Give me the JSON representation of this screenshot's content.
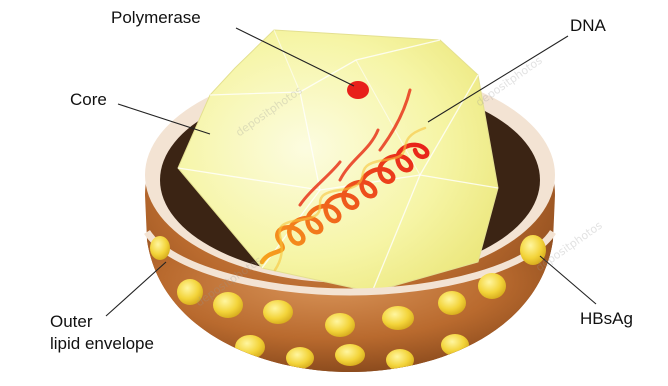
{
  "labels": {
    "polymerase": "Polymerase",
    "dna": "DNA",
    "core": "Core",
    "outer_line1": "Outer",
    "outer_line2": "lipid envelope",
    "hbsag": "HBsAg"
  },
  "watermark": "depositphotos",
  "colors": {
    "background": "#ffffff",
    "envelope_brown": "#b96a2e",
    "envelope_rim": "#f3e3d3",
    "envelope_inner": "#3b2414",
    "core_yellow": "#f6f5a6",
    "hbsag_yellow": "#f3d43a",
    "dna_red": "#e8351b",
    "dna_orange": "#f7a41c",
    "polymerase_red": "#e8201a",
    "label_text": "#111111",
    "leader_line": "#222222"
  },
  "icons": {
    "virus": "hepatitis-b-virus-cutaway"
  }
}
